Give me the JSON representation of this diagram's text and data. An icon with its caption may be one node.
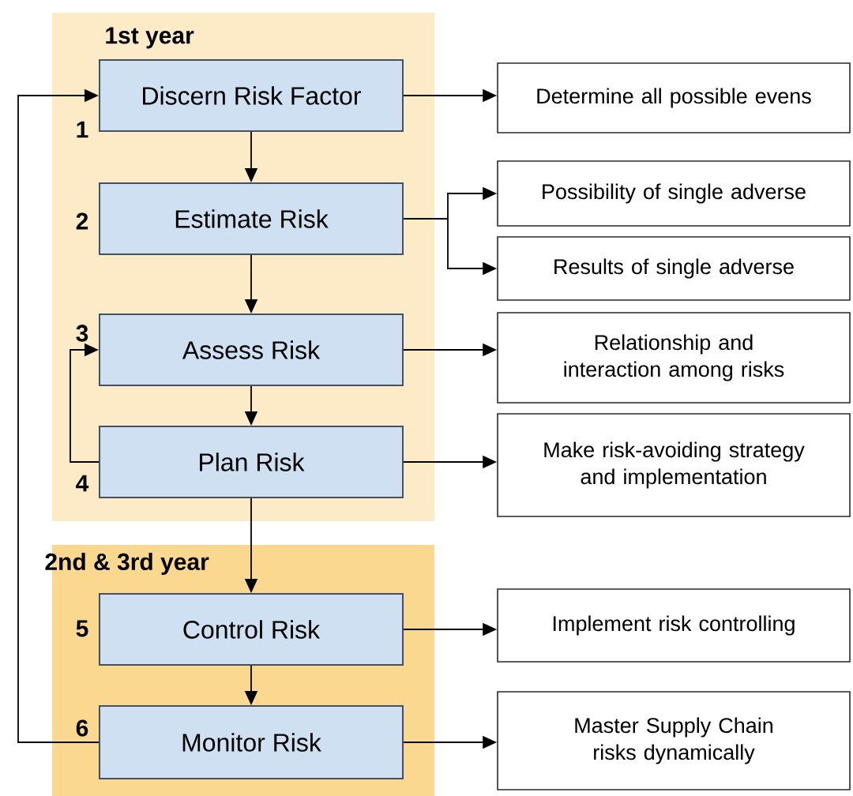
{
  "diagram": {
    "nodes": [
      {
        "text": [
          "1st year"
        ]
      },
      {
        "text": [
          "Discern Risk Factor"
        ],
        "in": 0,
        "beside": [
          "1"
        ]
      },
      {
        "text": [
          "Estimate Risk"
        ],
        "in": 0,
        "beside": [
          "2"
        ]
      },
      {
        "text": [
          "Assess Risk"
        ],
        "in": 0,
        "beside": [
          "3"
        ]
      },
      {
        "text": [
          "Plan Risk"
        ],
        "in": 0,
        "beside": [
          "4"
        ]
      },
      {
        "text": [
          "2nd & 3rd year"
        ]
      },
      {
        "text": [
          "Control Risk"
        ],
        "in": 5,
        "beside": [
          "5"
        ]
      },
      {
        "text": [
          "Monitor Risk"
        ],
        "in": 5,
        "beside": [
          "6"
        ]
      },
      {
        "text": [
          "Determine all possible evens"
        ]
      },
      {
        "text": [
          "Possibility of single adverse"
        ]
      },
      {
        "text": [
          "Results of single adverse"
        ]
      },
      {
        "text": [
          "Relationship and interaction among risks"
        ]
      },
      {
        "text": [
          "Make risk-avoiding strategy and implementation"
        ]
      },
      {
        "text": [
          "Implement risk controlling"
        ]
      },
      {
        "text": [
          "Master Supply Chain risks dynamically"
        ]
      }
    ],
    "edges": [
      {
        "from": 1,
        "to": 2,
        "arrow": "to"
      },
      {
        "from": 2,
        "to": 3,
        "arrow": "to"
      },
      {
        "from": 3,
        "to": 4,
        "arrow": "to"
      },
      {
        "from": 4,
        "to": 3,
        "arrow": "to"
      },
      {
        "from": 4,
        "to": 6,
        "arrow": "to"
      },
      {
        "from": 6,
        "to": 7,
        "arrow": "to"
      },
      {
        "from": 7,
        "to": 1,
        "arrow": "to"
      },
      {
        "from": 1,
        "to": 8,
        "arrow": "to"
      },
      {
        "from": 2,
        "to": 9,
        "arrow": "to"
      },
      {
        "from": 2,
        "to": 10,
        "arrow": "to"
      },
      {
        "from": 3,
        "to": 11,
        "arrow": "to"
      },
      {
        "from": 4,
        "to": 12,
        "arrow": "to"
      },
      {
        "from": 6,
        "to": 13,
        "arrow": "to"
      },
      {
        "from": 7,
        "to": 14,
        "arrow": "to"
      }
    ]
  }
}
